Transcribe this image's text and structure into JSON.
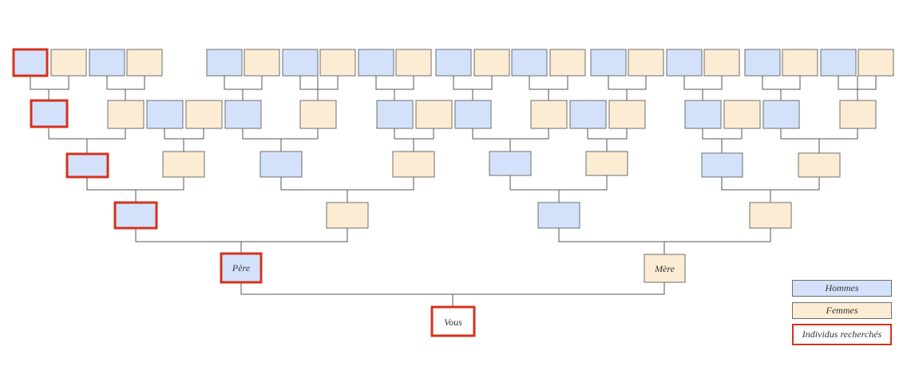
{
  "tree": {
    "you_label": "Vous",
    "father_label": "Père",
    "mother_label": "Mère"
  },
  "legend": {
    "men": "Hommes",
    "women": "Femmes",
    "searched": "Individus recherchés"
  },
  "colors": {
    "men": "#d3e2fa",
    "women": "#fbecd3",
    "searched_border": "#d4321f",
    "line": "#555555"
  }
}
